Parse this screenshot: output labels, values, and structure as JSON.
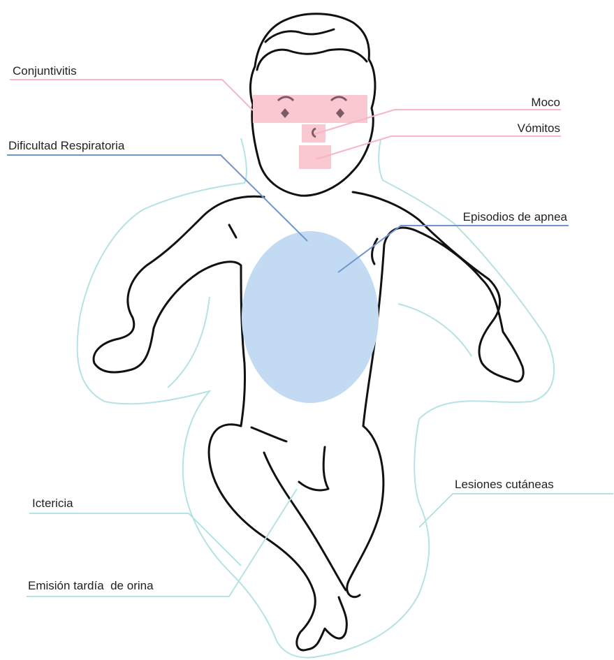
{
  "labels": {
    "conjuntivitis": "Conjuntivitis",
    "moco": "Moco",
    "vomitos": "Vómitos",
    "dificultad": "Dificultad Respiratoria",
    "apnea": "Episodios de apnea",
    "lesiones": "Lesiones cutáneas",
    "ictericia": "Ictericia",
    "emision": "Emisión tardía  de orina"
  },
  "colors": {
    "pink": "#f7b6c2",
    "pink_area": "#f9c8d1",
    "blue_line": "#6f95cf",
    "blue_area": "#c3daf3",
    "teal": "#b5e2e3",
    "outline": "#111111"
  },
  "icons": {
    "figure": "infant-outline-figure"
  }
}
